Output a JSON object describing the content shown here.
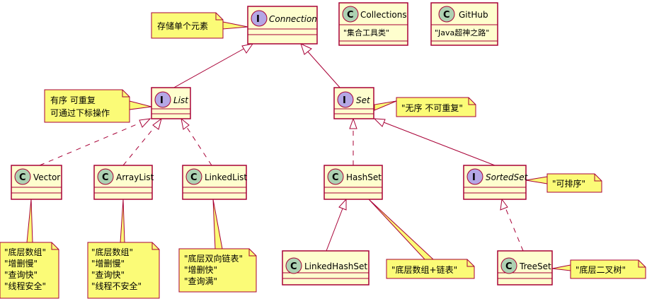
{
  "classes": {
    "connection": {
      "name": "Connection",
      "kind": "I"
    },
    "collections": {
      "name": "Collections",
      "kind": "C",
      "member": "\"集合工具类\""
    },
    "github": {
      "name": "GitHub",
      "kind": "C",
      "member": "\"Java超神之路\""
    },
    "list": {
      "name": "List",
      "kind": "I"
    },
    "set": {
      "name": "Set",
      "kind": "I"
    },
    "vector": {
      "name": "Vector",
      "kind": "C"
    },
    "arraylist": {
      "name": "ArrayList",
      "kind": "C"
    },
    "linkedlist": {
      "name": "LinkedList",
      "kind": "C"
    },
    "hashset": {
      "name": "HashSet",
      "kind": "C"
    },
    "sortedset": {
      "name": "SortedSet",
      "kind": "I"
    },
    "linkedhashset": {
      "name": "LinkedHashSet",
      "kind": "C"
    },
    "treeset": {
      "name": "TreeSet",
      "kind": "C"
    }
  },
  "notes": {
    "connection": [
      "存储单个元素"
    ],
    "list": [
      "有序 可重复",
      "可通过下标操作"
    ],
    "set": [
      "\"无序 不可重复\""
    ],
    "vector": [
      " \"底层数组\"",
      "\"增删慢\"",
      "\"查询快\"",
      "\"线程安全\""
    ],
    "arraylist": [
      " \"底层数组\"",
      "\"增删慢\"",
      "\"查询快\"",
      "\"线程不安全\""
    ],
    "linkedlist": [
      "\"底层双向链表\"",
      "\"增删快\"",
      "\"查询满\""
    ],
    "hashset": [
      "\"底层数组+链表\""
    ],
    "sortedset": [
      "\"可排序\""
    ],
    "treeset": [
      "\"底层二叉树\""
    ]
  }
}
